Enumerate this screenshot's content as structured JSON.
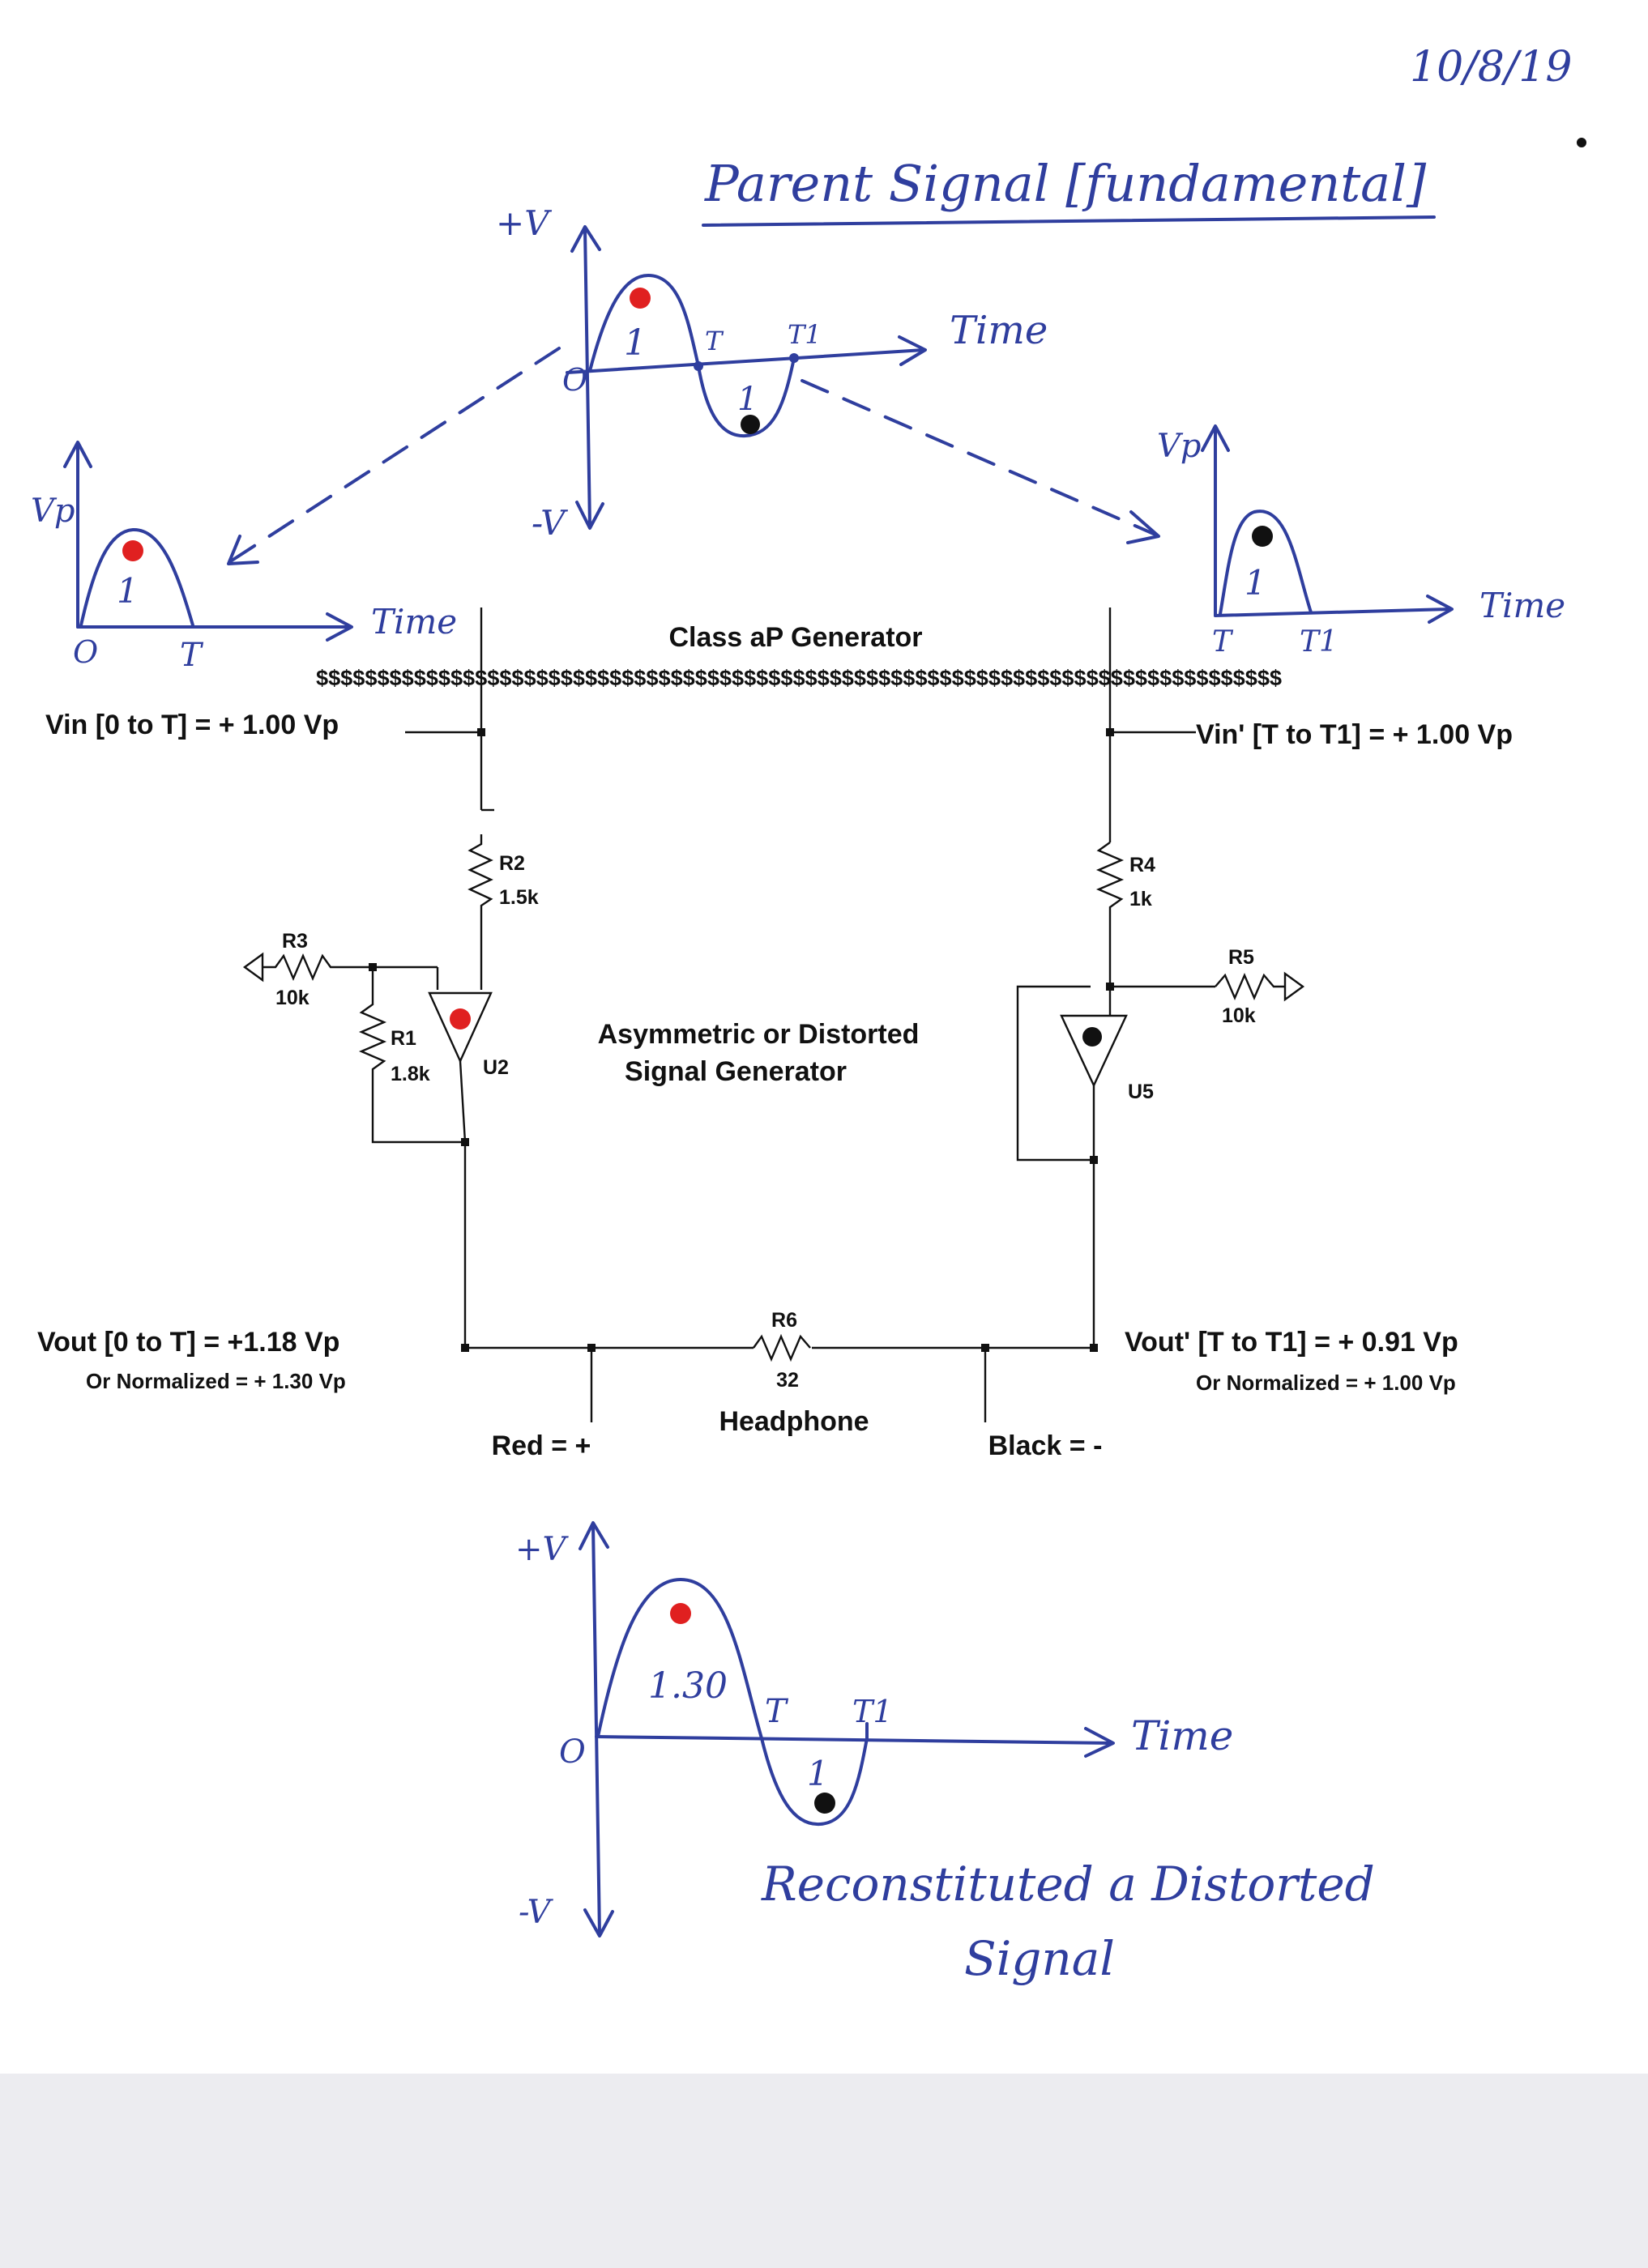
{
  "date": "10/8/19",
  "title": "Parent Signal [fundamental]",
  "top_graph": {
    "y_pos": "+V",
    "y_neg": "-V",
    "origin": "O",
    "x_label": "Time",
    "t_label": "T",
    "t1_label": "T1",
    "pos_lobe": "1",
    "neg_lobe": "1"
  },
  "left_graph": {
    "y_label": "Vp",
    "origin": "O",
    "t_label": "T",
    "x_label": "Time",
    "lobe": "1"
  },
  "right_graph": {
    "y_label": "Vp",
    "t_label": "T",
    "t1_label": "T1",
    "x_label": "Time",
    "lobe": "1"
  },
  "schematic": {
    "generator_title": "Class aP Generator",
    "dollar_bar": "$$$$$$$$$$$$$$$$$$$$$$$$$$$$$$$$$$$$$$$$$$$$$$$$$$$$$$$$$$$$$$$$$$$$$$$$$$$$$$$",
    "vin_left": "Vin [0 to T] = + 1.00 Vp",
    "vin_right": "Vin' [T to T1] = + 1.00 Vp",
    "center_title_1": "Asymmetric or Distorted",
    "center_title_2": "Signal Generator",
    "components": {
      "r1": {
        "name": "R1",
        "value": "1.8k"
      },
      "r2": {
        "name": "R2",
        "value": "1.5k"
      },
      "r3": {
        "name": "R3",
        "value": "10k"
      },
      "r4": {
        "name": "R4",
        "value": "1k"
      },
      "r5": {
        "name": "R5",
        "value": "10k"
      },
      "r6": {
        "name": "R6",
        "value": "32"
      },
      "u2": "U2",
      "u5": "U5"
    },
    "vout_left": "Vout [0 to T] = +1.18 Vp",
    "vout_left_norm": "Or Normalized = + 1.30 Vp",
    "vout_right": "Vout' [T to T1] = + 0.91 Vp",
    "vout_right_norm": "Or Normalized = + 1.00 Vp",
    "headphone": "Headphone",
    "red": "Red = +",
    "black": "Black = -"
  },
  "bottom_graph": {
    "y_pos": "+V",
    "y_neg": "-V",
    "origin": "O",
    "x_label": "Time",
    "t_label": "T",
    "t1_label": "T1",
    "pos_lobe": "1.30",
    "neg_lobe": "1"
  },
  "caption_1": "Reconstituted a Distorted",
  "caption_2": "Signal",
  "colors": {
    "ink": "#2f3e9e",
    "red_dot": "#e02020",
    "black_dot": "#111111"
  }
}
